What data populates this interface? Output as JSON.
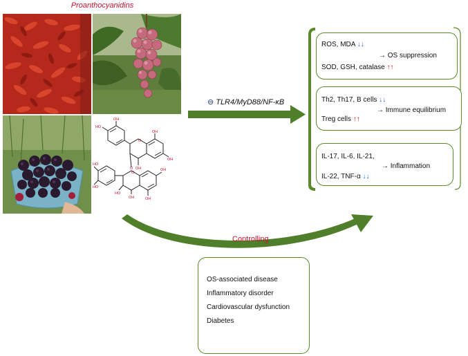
{
  "title": "Proanthocyanidins",
  "pathway": {
    "symbol": "⊖",
    "label": "TLR4/MyD88/NF-κB"
  },
  "effects": [
    {
      "line1_text": "ROS, MDA",
      "line1_arrow": "↓↓",
      "outcome": "→ OS suppression",
      "line2_text": "SOD, GSH, catalase",
      "line2_arrow": "↑↑"
    },
    {
      "line1_text": "Th2, Th17, B cells",
      "line1_arrow": "↓↓",
      "outcome": "→ Immune equilibrium",
      "line2_text": "Treg cells",
      "line2_arrow": "↑↑"
    },
    {
      "line1_text": "IL-17, IL-6, IL-21,",
      "outcome": "→ Inflammation",
      "line2_text": "IL-22, TNF-α",
      "line2_arrow": "↓↓"
    }
  ],
  "controlling_label": "Controlling",
  "diseases": [
    "OS-associated disease",
    "Inflammatory disorder",
    "Cardiovascular dysfunction",
    "Diabetes"
  ],
  "colors": {
    "arrow_green": "#4f7f2a",
    "box_border": "#5a8a2c",
    "title_red": "#c8102e",
    "down_blue": "#1f5fd0",
    "up_red": "#d0141e"
  }
}
